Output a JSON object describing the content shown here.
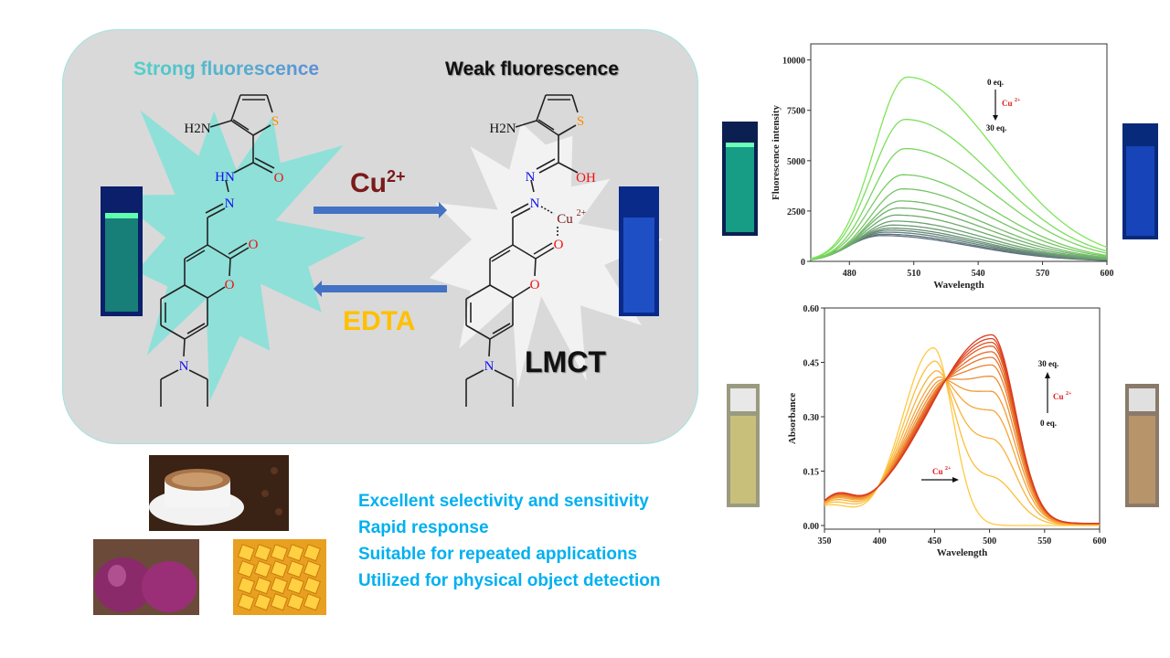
{
  "left_panel": {
    "strong_label": "Strong fluorescence",
    "weak_label": "Weak fluorescence",
    "forward_reagent": "Cu",
    "forward_charge": "2+",
    "reverse_reagent": "EDTA",
    "mechanism": "LMCT",
    "free_probe_atoms": {
      "amine": "H2N",
      "sulfur": "S",
      "amide_nh": "HN",
      "imine_n": "N",
      "carbonyl_o": "O",
      "lactone_o": "O",
      "ring_o": "O",
      "dialkyl_n": "N"
    },
    "complex_atoms": {
      "amine": "H2N",
      "sulfur": "S",
      "n1": "N",
      "hydroxyl": "OH",
      "imine_n": "N",
      "metal": "Cu",
      "metal_charge": "2+",
      "lactone_o": "O",
      "ring_o": "O",
      "dialkyl_n": "N"
    },
    "colors": {
      "strong_burst": "#8fe0d8",
      "weak_burst": "#f2f2f2",
      "arrow": "#4472c4"
    }
  },
  "features": [
    "Excellent selectivity and sensitivity",
    "Rapid response",
    "Suitable for repeated applications",
    "Utilized for physical object detection"
  ],
  "chart_data": [
    {
      "type": "line",
      "title": "",
      "xlabel": "Wavelength",
      "ylabel": "Fluorescence intensity",
      "xlim": [
        462,
        600
      ],
      "ylim": [
        0,
        10800
      ],
      "xticks": [
        480,
        510,
        540,
        570,
        600
      ],
      "yticks": [
        0,
        2500,
        5000,
        7500,
        10000
      ],
      "annotation": {
        "start": "0 eq.",
        "end": "30 eq.",
        "reagent": "Cu",
        "charge": "2+",
        "direction": "down"
      },
      "series_peaks": [
        {
          "peak_wavelength": 507,
          "peak_intensity": 9150
        },
        {
          "peak_wavelength": 506,
          "peak_intensity": 7050
        },
        {
          "peak_wavelength": 506,
          "peak_intensity": 5600
        },
        {
          "peak_wavelength": 505,
          "peak_intensity": 4300
        },
        {
          "peak_wavelength": 505,
          "peak_intensity": 3600
        },
        {
          "peak_wavelength": 504,
          "peak_intensity": 3000
        },
        {
          "peak_wavelength": 503,
          "peak_intensity": 2650
        },
        {
          "peak_wavelength": 502,
          "peak_intensity": 2300
        },
        {
          "peak_wavelength": 501,
          "peak_intensity": 2000
        },
        {
          "peak_wavelength": 500,
          "peak_intensity": 1800
        },
        {
          "peak_wavelength": 499,
          "peak_intensity": 1650
        },
        {
          "peak_wavelength": 498,
          "peak_intensity": 1550
        },
        {
          "peak_wavelength": 497,
          "peak_intensity": 1450
        },
        {
          "peak_wavelength": 496,
          "peak_intensity": 1350
        },
        {
          "peak_wavelength": 495,
          "peak_intensity": 1280
        }
      ],
      "color_start": "#7ee65a",
      "color_end": "#5f6f80"
    },
    {
      "type": "line",
      "title": "",
      "xlabel": "Wavelength",
      "ylabel": "Absorbance",
      "xlim": [
        350,
        600
      ],
      "ylim": [
        -0.01,
        0.6
      ],
      "xticks": [
        350,
        400,
        450,
        500,
        550,
        600
      ],
      "yticks": [
        "0.00",
        "0.15",
        "0.30",
        "0.45",
        "0.60"
      ],
      "annotation": {
        "start": "0 eq.",
        "end": "30 eq.",
        "reagent": "Cu",
        "charge": "2+",
        "direction": "up",
        "shift_reagent": "Cu",
        "shift_charge": "2+"
      },
      "free_peak": {
        "wavelength": 449,
        "absorbance": 0.49
      },
      "complex_peak": {
        "wavelength": 502,
        "absorbance": 0.52
      },
      "isosbestic_point": {
        "wavelength": 460,
        "absorbance": 0.44
      },
      "complex_fraction_per_series": [
        0,
        0.25,
        0.45,
        0.6,
        0.7,
        0.78,
        0.84,
        0.88,
        0.91,
        0.94,
        0.96,
        0.98,
        1
      ],
      "color_start": "#ffc940",
      "color_end": "#d9391e"
    }
  ]
}
